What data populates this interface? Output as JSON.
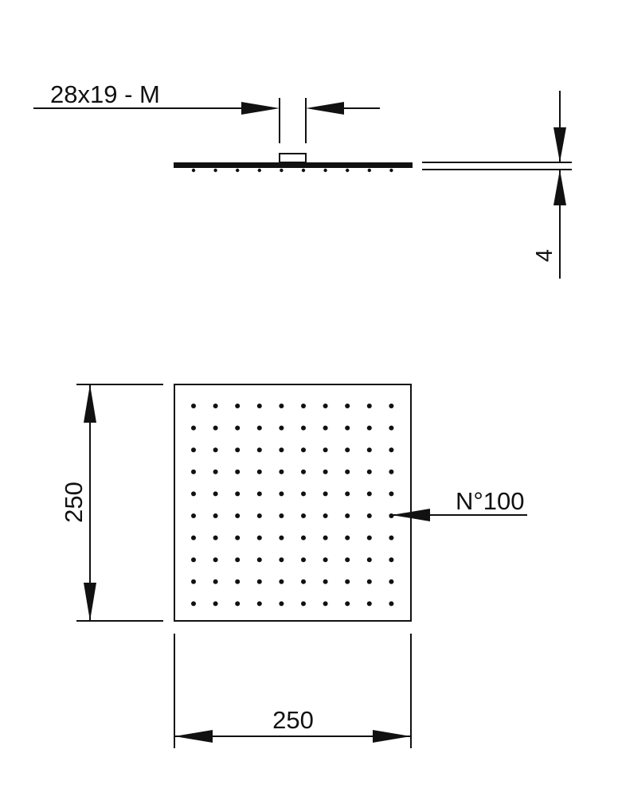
{
  "side_view": {
    "connection_label": "28x19 - M",
    "thickness_label": "4"
  },
  "top_view": {
    "height_label": "250",
    "width_label": "250",
    "nozzle_count_label": "N°100"
  },
  "nozzles": {
    "rows": 10,
    "cols": 10
  },
  "colors": {
    "line": "#111111",
    "background": "#ffffff"
  }
}
